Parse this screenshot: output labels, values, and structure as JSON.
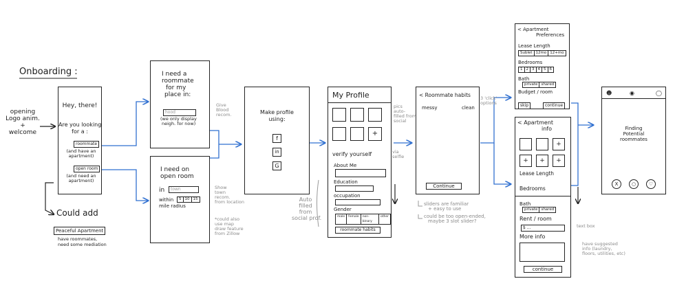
{
  "section_title": "Onboarding :",
  "opening": {
    "line1": "opening",
    "line2": "Logo anim.",
    "line3": "+",
    "line4": "welcome"
  },
  "screen1": {
    "greeting": "Hey, there!",
    "question_l1": "Are you looking",
    "question_l2": "for a :",
    "btn_roommate": "roommate",
    "btn_roommate_sub1": "(and have an",
    "btn_roommate_sub2": "apartment)",
    "btn_openroom": "open room",
    "btn_openroom_sub1": "(and need an",
    "btn_openroom_sub2": "apartment)"
  },
  "could_add": {
    "title": "Could add",
    "box": "Peaceful Apartment",
    "sub1": "have roommates,",
    "sub2": "need some mediation"
  },
  "screen2a": {
    "l1": "I need a",
    "l2": "roommate",
    "l3": "for my",
    "l4": "place in:",
    "input": "hood",
    "sub1": "(we only display",
    "sub2": "neigh. for now)",
    "note1": "Give",
    "note2": "Blood",
    "note3": "recom."
  },
  "screen2b": {
    "l1": "I need on",
    "l2": "open room",
    "l3": "in",
    "input": "town",
    "within": "within",
    "miles_opts": [
      "5",
      "10",
      "15"
    ],
    "mile_radius": "mile radius",
    "note1": "Show",
    "note2": "town",
    "note3": "recom.",
    "note4": "from location",
    "note5": "*could also",
    "note6": "use map",
    "note7": "draw feature",
    "note8": "from Zillow"
  },
  "screen3": {
    "l1": "Make profile",
    "l2": "using:",
    "icons": [
      "f",
      "in",
      "G"
    ]
  },
  "profile": {
    "title": "My Profile",
    "verify": "verify yourself",
    "about": "About Me",
    "education": "Education",
    "occupation": "occupation",
    "gender": "Gender",
    "gender_opts": [
      "male",
      "female",
      "non-binary",
      "other"
    ],
    "habits_btn": "roommate habits",
    "note_pics1": "pics",
    "note_pics2": "auto-",
    "note_pics3": "filled from",
    "note_pics4": "social",
    "note_via1": "via",
    "note_via2": "selfie",
    "note_auto1": "Auto",
    "note_auto2": "filled",
    "note_auto3": "from",
    "note_auto4": "social prof."
  },
  "habits": {
    "title": "Roommate habits",
    "messy": "messy",
    "clean": "clean",
    "btn": "Continue",
    "note_click1": "3 'click'",
    "note_click2": "options",
    "note1": "sliders are familiar",
    "note2": "+ easy to use",
    "note3": "could be too open-ended,",
    "note4": "maybe 3 slot slider?"
  },
  "prefs": {
    "title1": "Apartment",
    "title2": "Preferences",
    "lease": "Lease Length",
    "lease_opts": [
      "Sublet",
      "12mo",
      "12+mo"
    ],
    "bedrooms": "Bedrooms",
    "bed_opts": [
      "1",
      "2",
      "3",
      "4",
      "5",
      "6"
    ],
    "bath": "Bath",
    "bath_opts": [
      "private",
      "shared"
    ],
    "budget": "Budget / room",
    "skip": "skip",
    "continue": "continue"
  },
  "aptinfo": {
    "title1": "Apartment",
    "title2": "info",
    "lease": "Lease Length",
    "bedrooms": "Bedrooms",
    "bath": "Bath",
    "bath_opts": [
      "private",
      "shared"
    ],
    "rent": "Rent / room",
    "rent_placeholder": "$ ...",
    "more": "More info",
    "continue": "continue",
    "note_text": "text box",
    "note_more1": "have suggested",
    "note_more2": "info (laundry,",
    "note_more3": "floors, utilities, etc)"
  },
  "final": {
    "l1": "Finding",
    "l2": "Potential",
    "l3": "roommates",
    "actions": [
      "X",
      "○",
      "♡"
    ]
  }
}
